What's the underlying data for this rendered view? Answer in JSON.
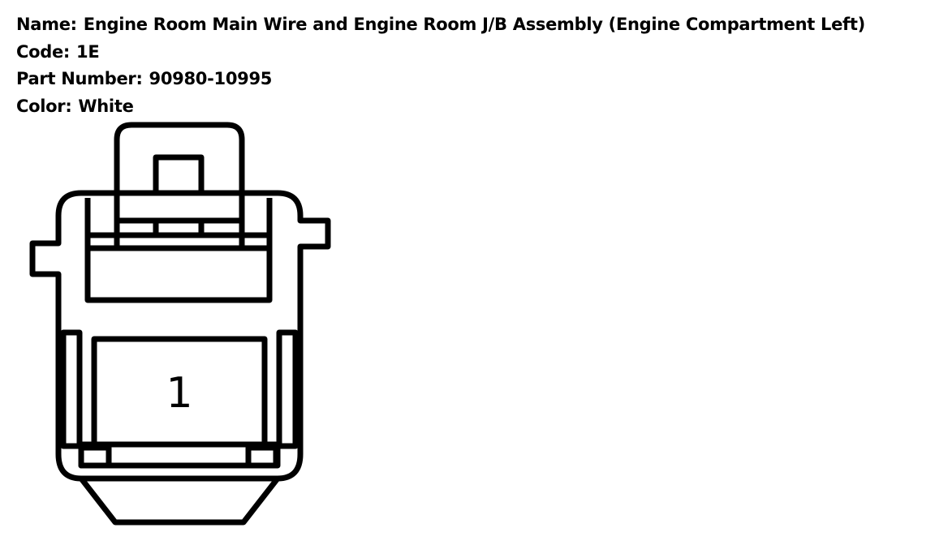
{
  "info": {
    "name_label": "Name:",
    "name_value": "Engine Room Main Wire and Engine Room J/B Assembly (Engine Compartment Left)",
    "code_label": "Code:",
    "code_value": "1E",
    "part_number_label": "Part Number:",
    "part_number_value": "90980-10995",
    "color_label": "Color:",
    "color_value": "White"
  },
  "connector": {
    "pins": [
      "1"
    ]
  }
}
